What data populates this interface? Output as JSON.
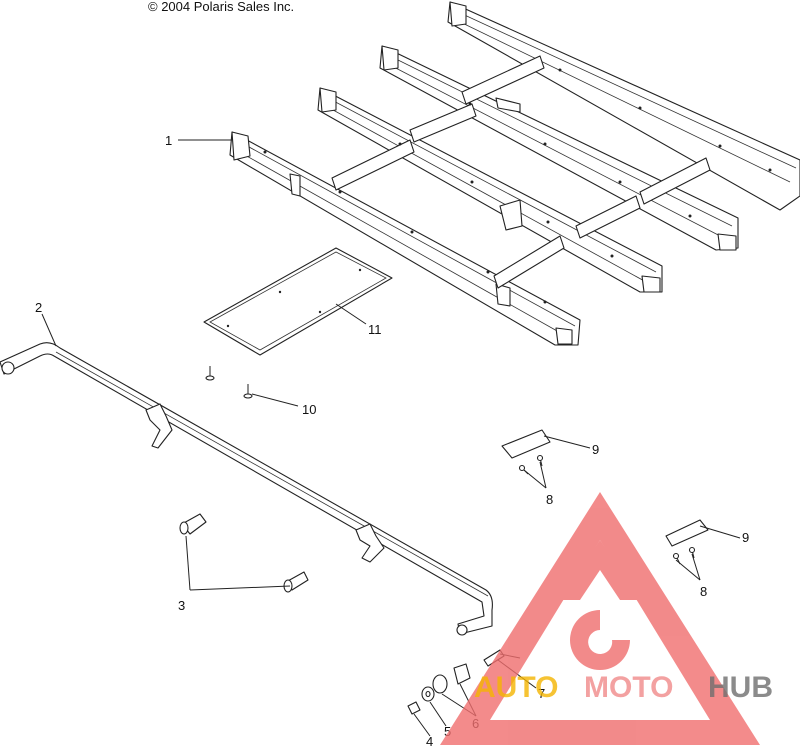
{
  "copyright": "© 2004 Polaris Sales Inc.",
  "callouts": [
    "1",
    "2",
    "3",
    "4",
    "5",
    "6",
    "7",
    "8",
    "9",
    "10",
    "11"
  ],
  "watermark": {
    "brand_auto": "AUTO",
    "brand_moto": "MOTO",
    "brand_hub": "HUB",
    "colors": {
      "auto": "#f4b400",
      "moto": "#f08a8a",
      "hub": "#6e6e6e",
      "logo": "#f06e6e"
    }
  }
}
